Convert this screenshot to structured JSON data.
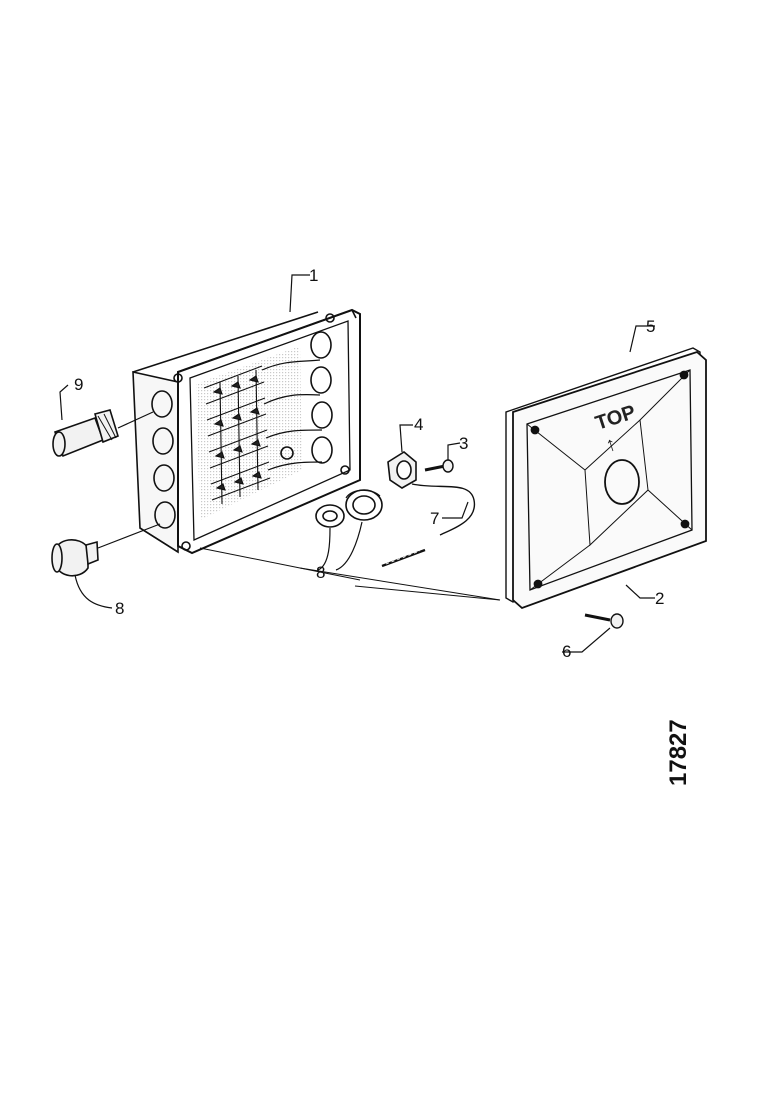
{
  "callouts": {
    "c1": "1",
    "c2": "2",
    "c3": "3",
    "c4": "4",
    "c5": "5",
    "c6": "6",
    "c7": "7",
    "c8a": "8",
    "c8b": "8",
    "c9": "9"
  },
  "cover_marking": "TOP",
  "cover_arrow": "↑",
  "document_number": "17827"
}
